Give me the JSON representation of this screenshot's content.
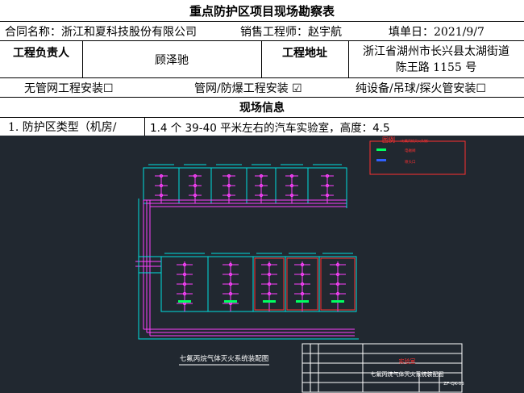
{
  "form": {
    "title": "重点防护区项目现场勘察表",
    "contract_name": "合同名称：浙江和夏科技股份有限公司",
    "sales_engineer": "销售工程师：赵宇航",
    "fill_date": "填单日：2021/9/7",
    "project_lead_label": "工程负责人",
    "project_lead_value": "顾泽驰",
    "project_address_label": "工程地址",
    "project_address_line1": "浙江省湖州市长兴县太湖街道",
    "project_address_line2": "陈王路 1155 号",
    "option_no_pipe": "无管网工程安装☐",
    "option_pipe_explosion": "管网/防爆工程安装 ☑",
    "option_equipment": "纯设备/吊球/探火管安装☐",
    "site_info_header": "现场信息",
    "item1_label": "1.  防护区类型（机房/",
    "item1_value": "1.4 个 39-40 平米左右的汽车实验室，高度：4.5"
  },
  "drawing": {
    "legend_title": "图例",
    "legend_note": "（七氟丙烷灭火系统）",
    "legend_item1": "电磁阀",
    "legend_item2": "喷头口",
    "caption": "七氟丙烷气体灭火系统装配图",
    "titleblock_name": "实验室",
    "titleblock_title": "七氟丙烷气体灭火系统装配图",
    "titleblock_code": "ZF-QK-03",
    "accent_color": "#00e0e0",
    "pipe_color": "#ff40ff",
    "valve_color": "#00ff60",
    "red_color": "#ff3030"
  }
}
